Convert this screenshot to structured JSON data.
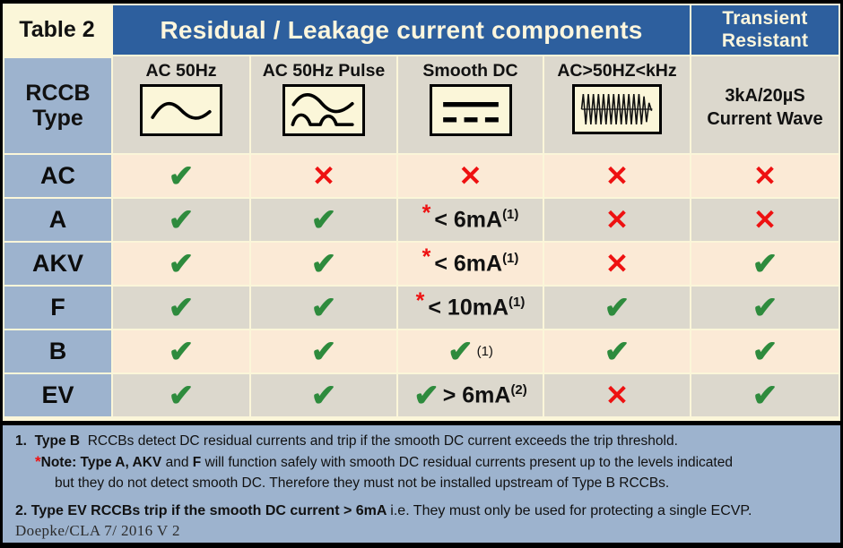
{
  "table": {
    "corner_label": "Table 2",
    "group_header": "Residual / Leakage current components",
    "transient_header_line1": "Transient",
    "transient_header_line2": "Resistant",
    "type_header_line1": "RCCB",
    "type_header_line2": "Type",
    "columns": [
      {
        "label": "AC 50Hz",
        "icon": "sine-wave-icon"
      },
      {
        "label": "AC 50Hz Pulse",
        "icon": "pulsed-wave-icon"
      },
      {
        "label": "Smooth DC",
        "icon": "smooth-dc-icon"
      },
      {
        "label": "AC>50HZ<kHz",
        "icon": "high-frequency-wave-icon"
      }
    ],
    "transient_cell_line1": "3kA/20µS",
    "transient_cell_line2": "Current Wave",
    "rows": [
      {
        "type": "AC",
        "ac50hz": "check",
        "ac50hz_pulse": "cross",
        "smooth_dc": {
          "mark": "cross"
        },
        "hf": "cross",
        "transient": "cross"
      },
      {
        "type": "A",
        "ac50hz": "check",
        "ac50hz_pulse": "check",
        "smooth_dc": {
          "mark": "star-value",
          "star": "*",
          "value": "< 6mA",
          "footnote": "(1)"
        },
        "hf": "cross",
        "transient": "cross"
      },
      {
        "type": "AKV",
        "ac50hz": "check",
        "ac50hz_pulse": "check",
        "smooth_dc": {
          "mark": "star-value",
          "star": "*",
          "value": "< 6mA",
          "footnote": "(1)"
        },
        "hf": "cross",
        "transient": "check"
      },
      {
        "type": "F",
        "ac50hz": "check",
        "ac50hz_pulse": "check",
        "smooth_dc": {
          "mark": "star-value",
          "star": "*",
          "value": "< 10mA",
          "footnote": "(1)"
        },
        "hf": "check",
        "transient": "check"
      },
      {
        "type": "B",
        "ac50hz": "check",
        "ac50hz_pulse": "check",
        "smooth_dc": {
          "mark": "check-footnote",
          "footnote": "(1)"
        },
        "hf": "check",
        "transient": "check"
      },
      {
        "type": "EV",
        "ac50hz": "check",
        "ac50hz_pulse": "check",
        "smooth_dc": {
          "mark": "check-value",
          "value": "> 6mA",
          "footnote": "(2)"
        },
        "hf": "cross",
        "transient": "check"
      }
    ]
  },
  "notes": {
    "note1_number": "1.",
    "note1_bold": "Type B",
    "note1_rest": "RCCBs detect DC residual currents and trip if the smooth DC current exceeds the trip threshold.",
    "note_star": "*",
    "note_star_bold1": "Note: Type A, AKV",
    "note_star_mid": "and",
    "note_star_bold2": "F",
    "note_star_rest": "will function safely with smooth DC residual currents present up to the levels indicated",
    "note_star_line3": "but they do not detect smooth DC.  Therefore they must not be installed upstream of Type B RCCBs.",
    "note2_bold": "2. Type EV RCCBs trip if the smooth DC current > 6mA",
    "note2_rest": "i.e. They must only be used for protecting a single ECVP.",
    "signature": "Doepke/CLA 7/ 2016  V 2"
  },
  "colors": {
    "header_blue": "#2d5f9e",
    "type_column": "#9db3ce",
    "row_odd": "#fbead6",
    "row_even": "#dcd8cd",
    "corner": "#fbf6d9",
    "check_green": "#2e8b3d",
    "cross_red": "#ee1111"
  }
}
